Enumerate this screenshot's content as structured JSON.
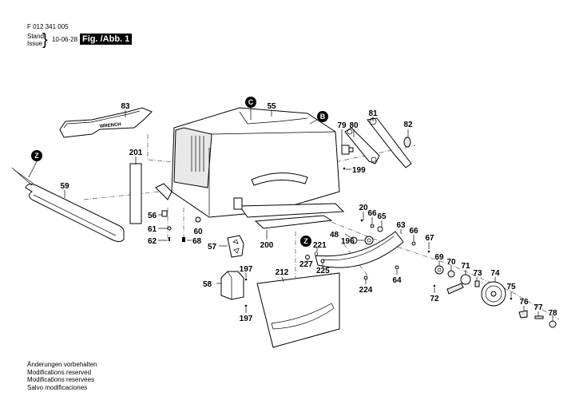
{
  "header": {
    "part_number": "F 012 341 005",
    "stand_label": "Stand",
    "issue_label": "Issue",
    "date": "10-06-28",
    "figure_label": "Fig. /Abb. 1"
  },
  "footer": {
    "lines": [
      "Änderungen vorbehalten",
      "Modifications reserved",
      "Modifications reservees",
      "Salvo modificaciones"
    ]
  },
  "badges": {
    "c": "C",
    "b": "B",
    "z1": "Z",
    "z2": "Z"
  },
  "wrench_text": "WRENCH",
  "parts": {
    "p83": "83",
    "p201": "201",
    "p59": "59",
    "p55": "55",
    "p79": "79",
    "p80": "80",
    "p81": "81",
    "p82": "82",
    "p199": "199",
    "p56": "56",
    "p61": "61",
    "p62": "62",
    "p60": "60",
    "p68": "68",
    "p57": "57",
    "p200": "200",
    "p20": "20",
    "p66a": "66",
    "p65": "65",
    "p63": "63",
    "p66b": "66",
    "p67": "67",
    "p48": "48",
    "p196": "196",
    "p221": "221",
    "p227": "227",
    "p225": "225",
    "p212": "212",
    "p224": "224",
    "p64": "64",
    "p69": "69",
    "p70": "70",
    "p71": "71",
    "p72": "72",
    "p73": "73",
    "p74": "74",
    "p75": "75",
    "p76": "76",
    "p77": "77",
    "p78": "78",
    "p58": "58",
    "p197a": "197",
    "p197b": "197"
  }
}
